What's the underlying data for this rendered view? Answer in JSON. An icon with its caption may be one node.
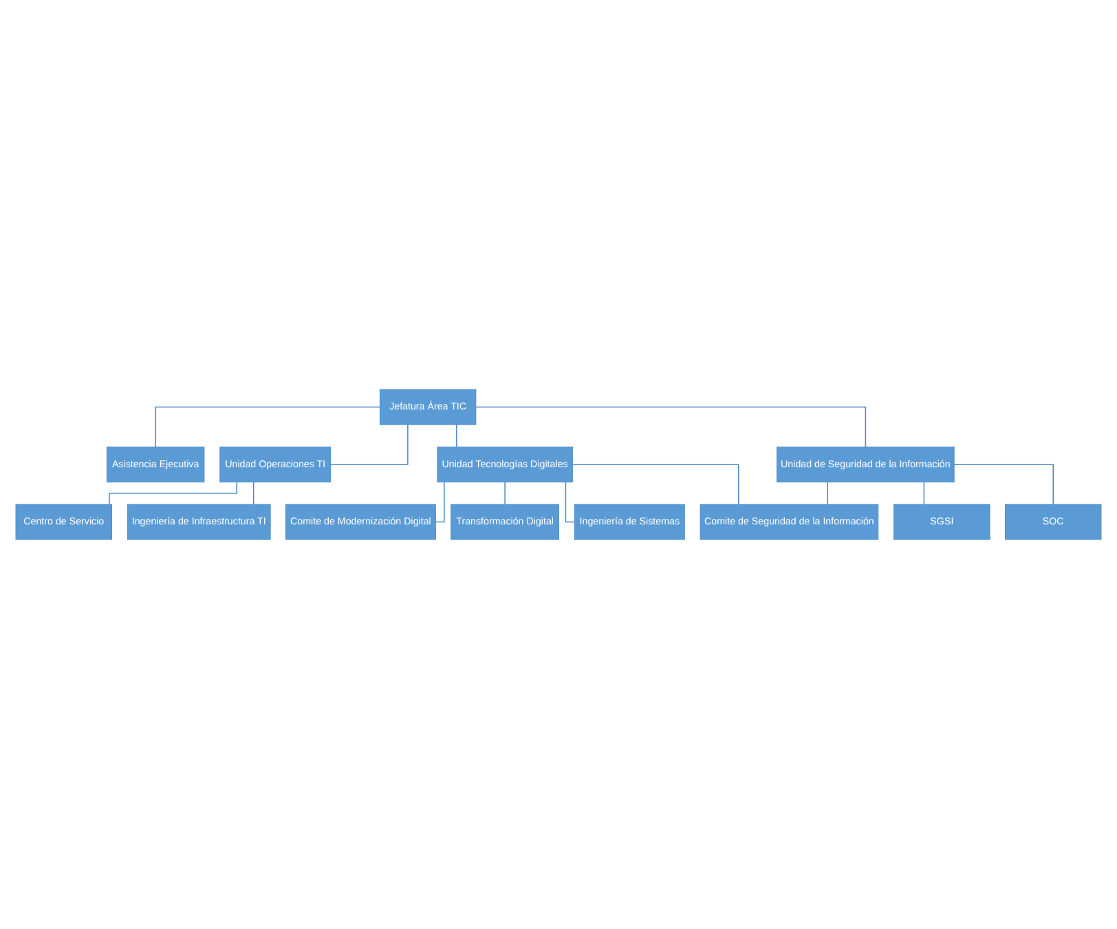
{
  "diagram": {
    "nodes": [
      {
        "text": [
          "Jefatura Área TIC"
        ]
      },
      {
        "text": [
          "Asistencia Ejecutiva"
        ]
      },
      {
        "text": [
          "Unidad Operaciones TI"
        ]
      },
      {
        "text": [
          "Unidad Tecnologías Digitales"
        ]
      },
      {
        "text": [
          "Unidad de Seguridad de la Información"
        ]
      },
      {
        "text": [
          "Centro de Servicio"
        ]
      },
      {
        "text": [
          "Ingeniería de Infraestructura TI"
        ]
      },
      {
        "text": [
          "Comite de Modernización Digital"
        ]
      },
      {
        "text": [
          "Comite de Seguridad de la Información"
        ]
      },
      {
        "text": [
          "Transformación Digital"
        ]
      },
      {
        "text": [
          "Ingeniería de Sistemas"
        ]
      },
      {
        "text": [
          "SGSI"
        ]
      },
      {
        "text": [
          "SOC"
        ]
      }
    ],
    "edges": [
      {
        "from": 0,
        "to": 1,
        "arrow": "none"
      },
      {
        "from": 0,
        "to": 2,
        "arrow": "none"
      },
      {
        "from": 0,
        "to": 3,
        "arrow": "none"
      },
      {
        "from": 0,
        "to": 4,
        "arrow": "none"
      },
      {
        "from": 2,
        "to": 5,
        "arrow": "none"
      },
      {
        "from": 2,
        "to": 6,
        "arrow": "none"
      },
      {
        "from": 3,
        "to": 7,
        "arrow": "none"
      },
      {
        "from": 3,
        "to": 8,
        "arrow": "none"
      },
      {
        "from": 4,
        "to": 8,
        "arrow": "none"
      },
      {
        "from": 3,
        "to": 9,
        "arrow": "none"
      },
      {
        "from": 3,
        "to": 10,
        "arrow": "none"
      },
      {
        "from": 4,
        "to": 11,
        "arrow": "none"
      },
      {
        "from": 4,
        "to": 12,
        "arrow": "none"
      }
    ]
  }
}
